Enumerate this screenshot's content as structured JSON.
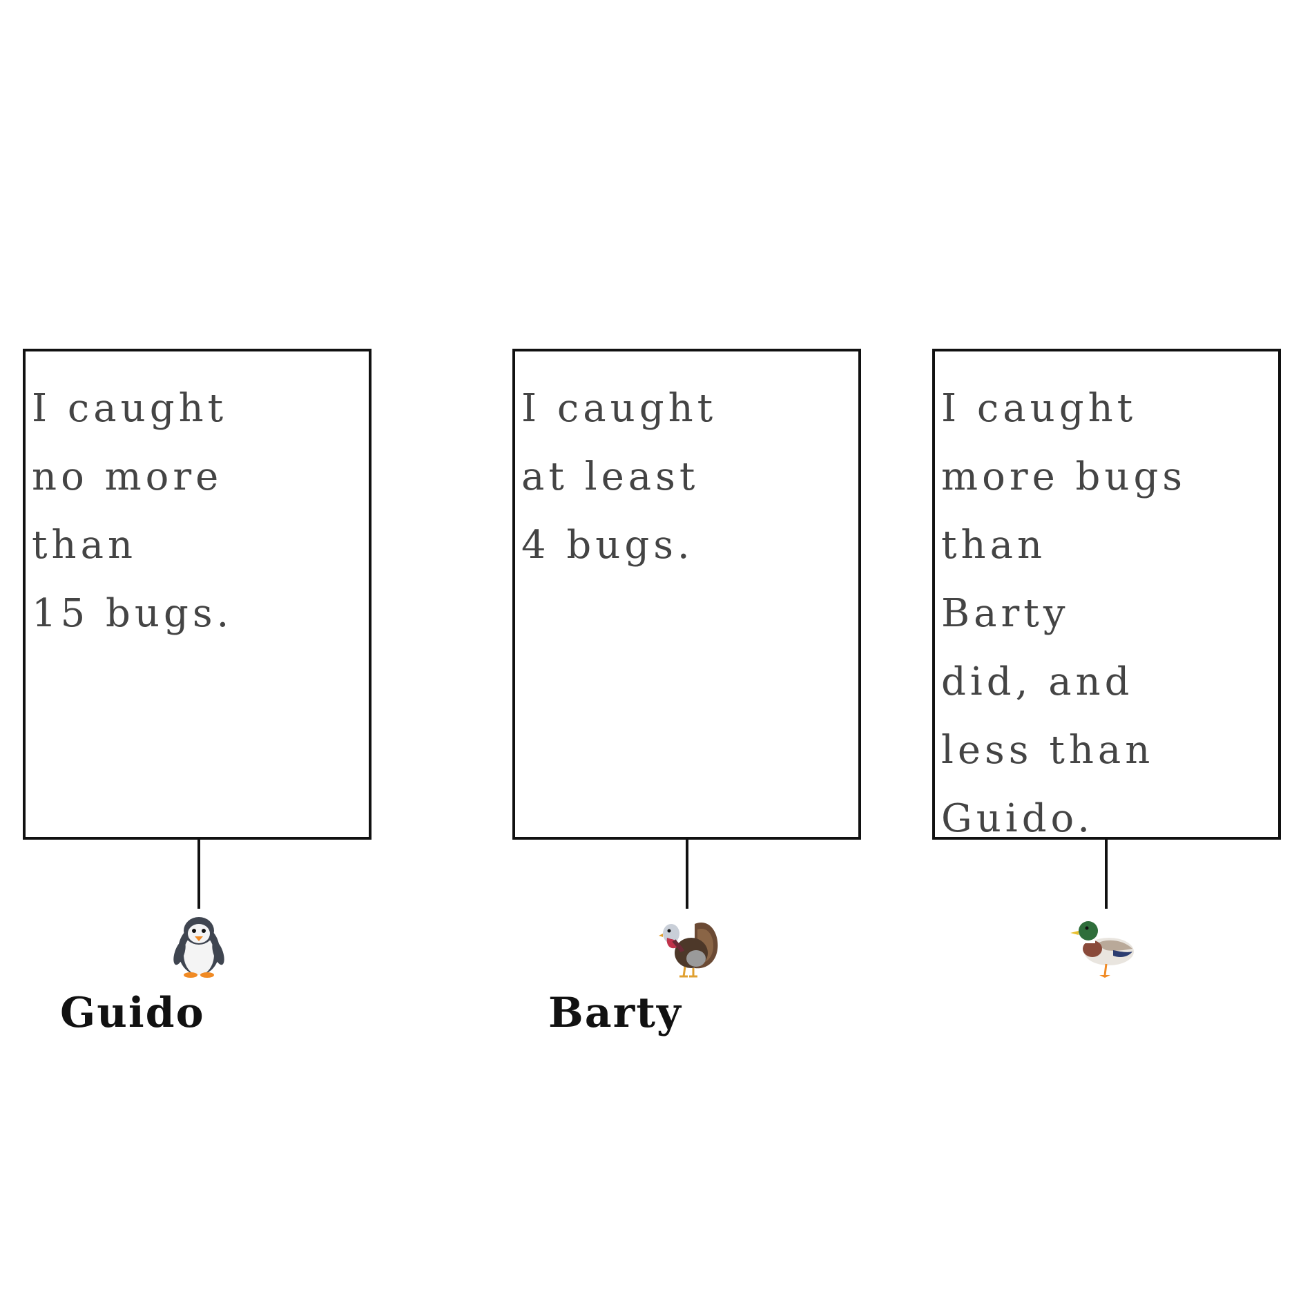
{
  "cards": [
    {
      "lines": [
        "I caught",
        "no more",
        "than",
        "15 bugs."
      ],
      "character": {
        "icon": "penguin-icon",
        "name": "Guido"
      }
    },
    {
      "lines": [
        "I caught",
        "at least",
        "4 bugs."
      ],
      "character": {
        "icon": "turkey-icon",
        "name": "Barty"
      }
    },
    {
      "lines": [
        "I caught",
        "more bugs",
        "than",
        "Barty",
        "did, and",
        "less than",
        "Guido."
      ],
      "character": {
        "icon": "duck-icon",
        "name": ""
      }
    }
  ]
}
